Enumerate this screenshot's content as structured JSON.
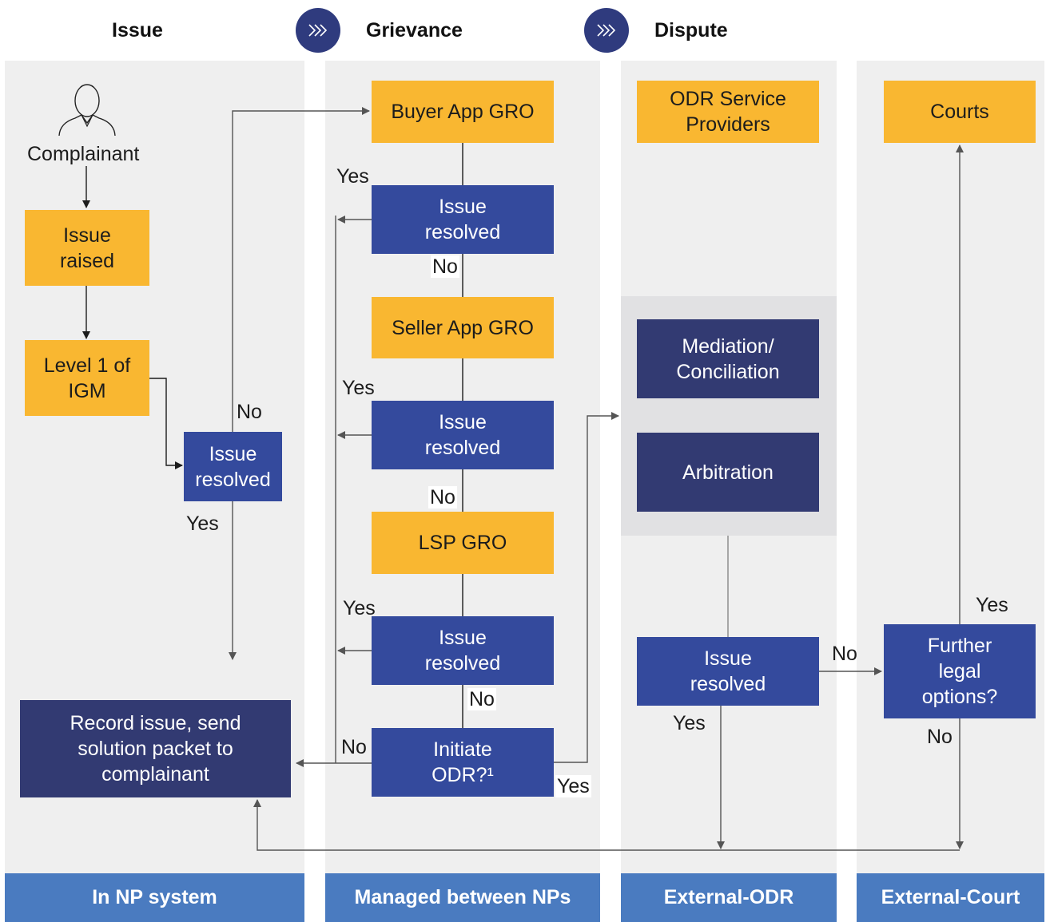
{
  "header": {
    "issue": "Issue",
    "grievance": "Grievance",
    "dispute": "Dispute"
  },
  "footer": {
    "col1": "In NP system",
    "col2": "Managed between NPs",
    "col3": "External-ODR",
    "col4": "External-Court"
  },
  "nodes": {
    "complainant": "Complainant",
    "issue_raised": "Issue\nraised",
    "level1": "Level 1 of\nIGM",
    "np_issue_resolved": "Issue\nresolved",
    "record_issue": "Record issue, send\nsolution packet to\ncomplainant",
    "buyer_gro": "Buyer App GRO",
    "buyer_resolved": "Issue\nresolved",
    "seller_gro": "Seller App GRO",
    "seller_resolved": "Issue\nresolved",
    "lsp_gro": "LSP GRO",
    "lsp_resolved": "Issue\nresolved",
    "initiate_odr": "Initiate\nODR?¹",
    "odr_providers": "ODR Service\nProviders",
    "mediation": "Mediation/\nConciliation",
    "arbitration": "Arbitration",
    "odr_resolved": "Issue\nresolved",
    "courts": "Courts",
    "further_legal": "Further\nlegal\noptions?"
  },
  "labels": {
    "np_no": "No",
    "np_yes": "Yes",
    "buyer_yes": "Yes",
    "buyer_no": "No",
    "seller_yes": "Yes",
    "seller_no": "No",
    "lsp_yes": "Yes",
    "lsp_no": "No",
    "odr_no": "No",
    "odr_yes": "Yes",
    "odr_res_no": "No",
    "odr_res_yes": "Yes",
    "legal_yes": "Yes",
    "legal_no": "No"
  },
  "colors": {
    "yellow": "#f9b731",
    "blue": "#344a9d",
    "navy": "#323a72",
    "footer": "#4a7bc0",
    "column_bg": "#efefef"
  },
  "icons": {
    "chevron": "double-chevron-right-icon",
    "person": "person-icon"
  }
}
